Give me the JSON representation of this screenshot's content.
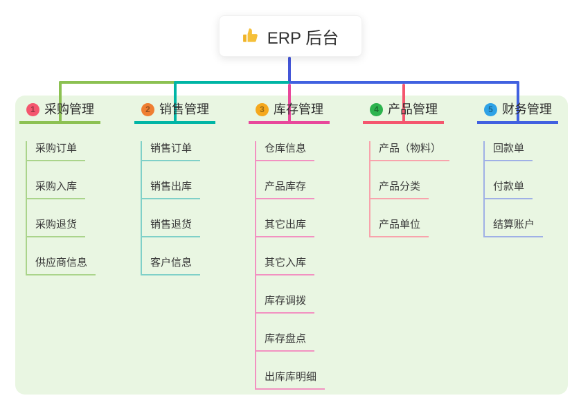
{
  "root": {
    "label": "ERP 后台",
    "icon": "thumbs-up-icon",
    "icon_color": "#f0b429",
    "stem_color": "#4456d8"
  },
  "panel": {
    "background": "#e9f6e2"
  },
  "branches": [
    {
      "index": "1",
      "label": "采购管理",
      "badge_color": "#f4566e",
      "line_color": "#8cc152",
      "child_line_color": "#aad48b",
      "children": [
        "采购订单",
        "采购入库",
        "采购退货",
        "供应商信息"
      ]
    },
    {
      "index": "2",
      "label": "销售管理",
      "badge_color": "#ef7e32",
      "line_color": "#00b5a5",
      "child_line_color": "#7fd0c8",
      "children": [
        "销售订单",
        "销售出库",
        "销售退货",
        "客户信息"
      ]
    },
    {
      "index": "3",
      "label": "库存管理",
      "badge_color": "#f5a81d",
      "line_color": "#e8489b",
      "child_line_color": "#f291c1",
      "children": [
        "仓库信息",
        "产品库存",
        "其它出库",
        "其它入库",
        "库存调拨",
        "库存盘点",
        "出库库明细"
      ]
    },
    {
      "index": "4",
      "label": "产品管理",
      "badge_color": "#2db34e",
      "line_color": "#f4566e",
      "child_line_color": "#f8a3ac",
      "children": [
        "产品（物料）",
        "产品分类",
        "产品单位"
      ]
    },
    {
      "index": "5",
      "label": "财务管理",
      "badge_color": "#2ea2e6",
      "line_color": "#4161e0",
      "child_line_color": "#9fb0e6",
      "children": [
        "回款单",
        "付款单",
        "结算账户"
      ]
    }
  ]
}
